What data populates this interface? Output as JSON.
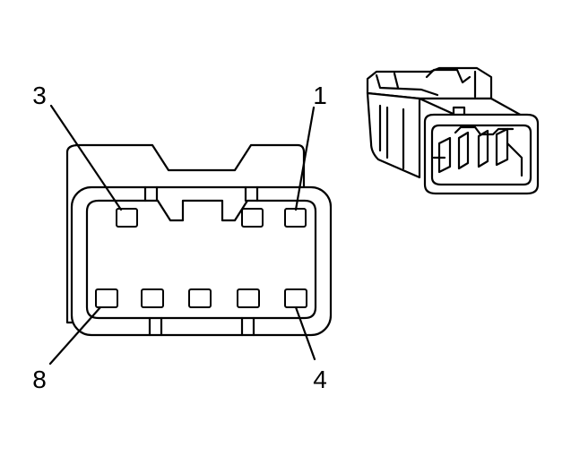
{
  "connector_face": {
    "pin_labels": {
      "pin_1": "1",
      "pin_3": "3",
      "pin_4": "4",
      "pin_8": "8"
    }
  }
}
